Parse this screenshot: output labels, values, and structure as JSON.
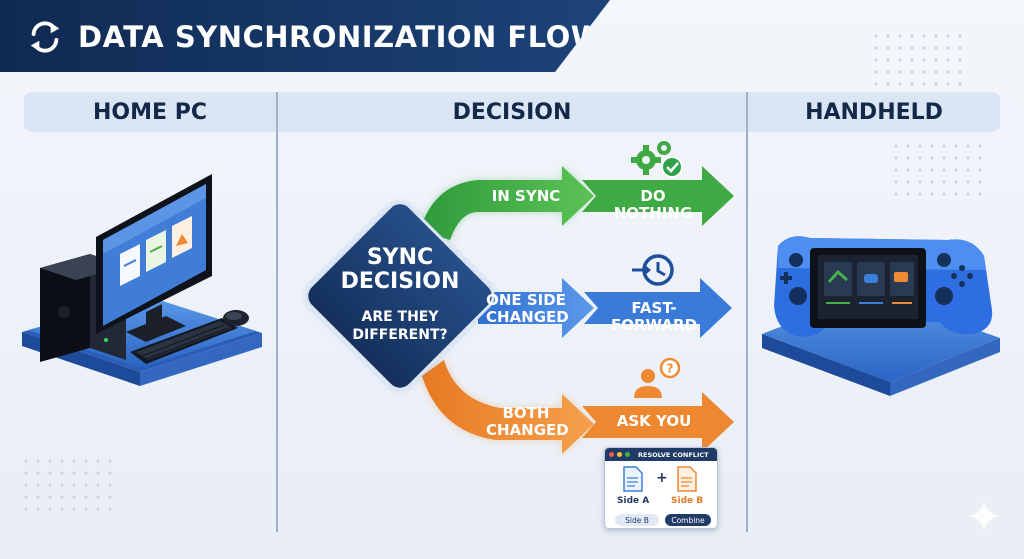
{
  "header": {
    "title": "DATA SYNCHRONIZATION FLOW"
  },
  "columns": {
    "left": "HOME PC",
    "middle": "DECISION",
    "right": "HANDHELD"
  },
  "decision": {
    "title_line1": "SYNC",
    "title_line2": "DECISION",
    "question_line1": "ARE THEY",
    "question_line2": "DIFFERENT?"
  },
  "branches": [
    {
      "condition": "IN SYNC",
      "action": "DO NOTHING",
      "color": "#43b049"
    },
    {
      "condition_line1": "ONE SIDE",
      "condition_line2": "CHANGED",
      "action": "FAST-FORWARD",
      "color": "#3d7fdc"
    },
    {
      "condition_line1": "BOTH",
      "condition_line2": "CHANGED",
      "action": "ASK YOU",
      "color": "#ef8a33"
    }
  ],
  "conflict_dialog": {
    "title": "RESOLVE CONFLICT",
    "side_a": "Side A",
    "side_b": "Side B",
    "button_left": "Side B",
    "button_right": "Combine"
  },
  "colors": {
    "navy": "#0f2a52",
    "green": "#43b049",
    "blue": "#3d7fdc",
    "orange": "#ef8a33"
  },
  "icons": [
    "sync-icon",
    "pc-icon",
    "handheld-icon",
    "gears-check-icon",
    "clock-forward-icon",
    "user-question-icon",
    "document-icon"
  ]
}
